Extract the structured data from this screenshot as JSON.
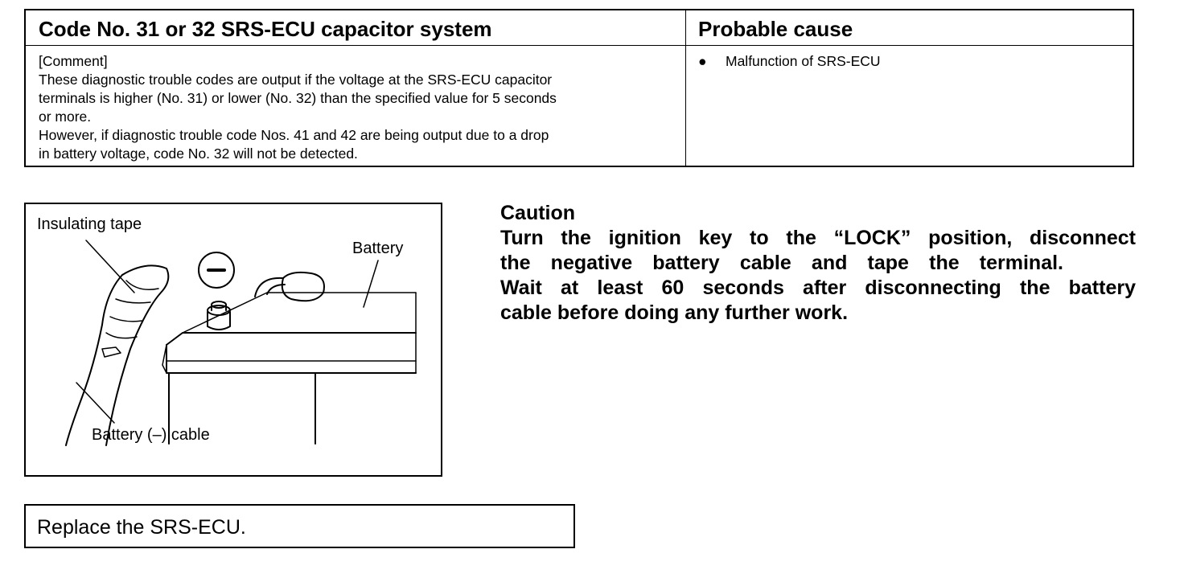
{
  "table": {
    "header_left": "Code No. 31 or 32 SRS-ECU capacitor system",
    "header_right": "Probable cause",
    "comment_lines": [
      "[Comment]",
      "These diagnostic trouble codes are output if the voltage at the SRS-ECU capacitor",
      "terminals is higher (No. 31) or lower (No. 32) than the specified value for 5 seconds",
      "or more.",
      "However, if diagnostic trouble code Nos. 41 and 42 are being output due to a drop",
      "in battery voltage, code No. 32 will not be detected."
    ],
    "cause_items": [
      "Malfunction of SRS-ECU"
    ]
  },
  "figure": {
    "label_tape": "Insulating tape",
    "label_battery": "Battery",
    "label_cable": "Battery (–) cable"
  },
  "caution": {
    "title": "Caution",
    "lines": [
      "Turn the ignition key to the “LOCK” position, disconnect",
      "the negative battery cable and tape the terminal.",
      "Wait at least 60 seconds after disconnecting the battery",
      "cable before doing any further work."
    ]
  },
  "action": {
    "text": "Replace the SRS-ECU."
  }
}
